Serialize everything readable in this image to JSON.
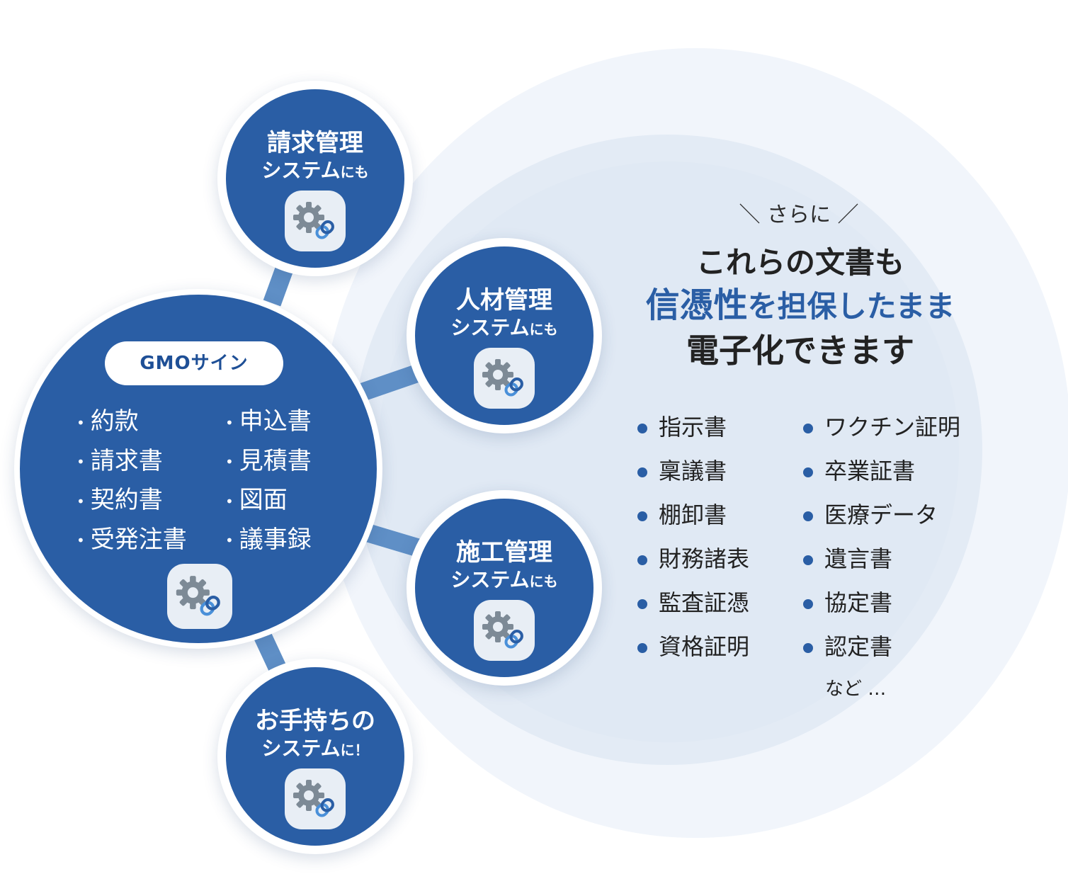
{
  "tagline": "＼ さらに ／",
  "headline": {
    "line1": "これらの文書も",
    "line2_strong": "信憑性",
    "line2_rest": "を担保したまま",
    "line3": "電子化できます"
  },
  "main_node": {
    "logo_text": "GMOサイン",
    "documents_left": [
      "約款",
      "請求書",
      "契約書",
      "受発注書"
    ],
    "documents_right": [
      "申込書",
      "見積書",
      "図面",
      "議事録"
    ]
  },
  "systems": [
    {
      "title": "請求管理",
      "sub_main": "システム",
      "sub_small": "にも"
    },
    {
      "title": "人材管理",
      "sub_main": "システム",
      "sub_small": "にも"
    },
    {
      "title": "施工管理",
      "sub_main": "システム",
      "sub_small": "にも"
    },
    {
      "title": "お手持ちの",
      "sub_main": "システム",
      "sub_small": "に！"
    }
  ],
  "extra_documents_left": [
    "指示書",
    "稟議書",
    "棚卸書",
    "財務諸表",
    "監査証憑",
    "資格証明"
  ],
  "extra_documents_right": [
    "ワクチン証明",
    "卒業証書",
    "医療データ",
    "遺言書",
    "協定書",
    "認定書"
  ],
  "etc_text": "など …",
  "colors": {
    "primary_blue": "#2a5ea5",
    "connector_blue": "#5f8fc6",
    "background_light": "#e3ebf5",
    "text_dark": "#222222"
  },
  "icons": [
    "gear-icon",
    "link-icon"
  ]
}
